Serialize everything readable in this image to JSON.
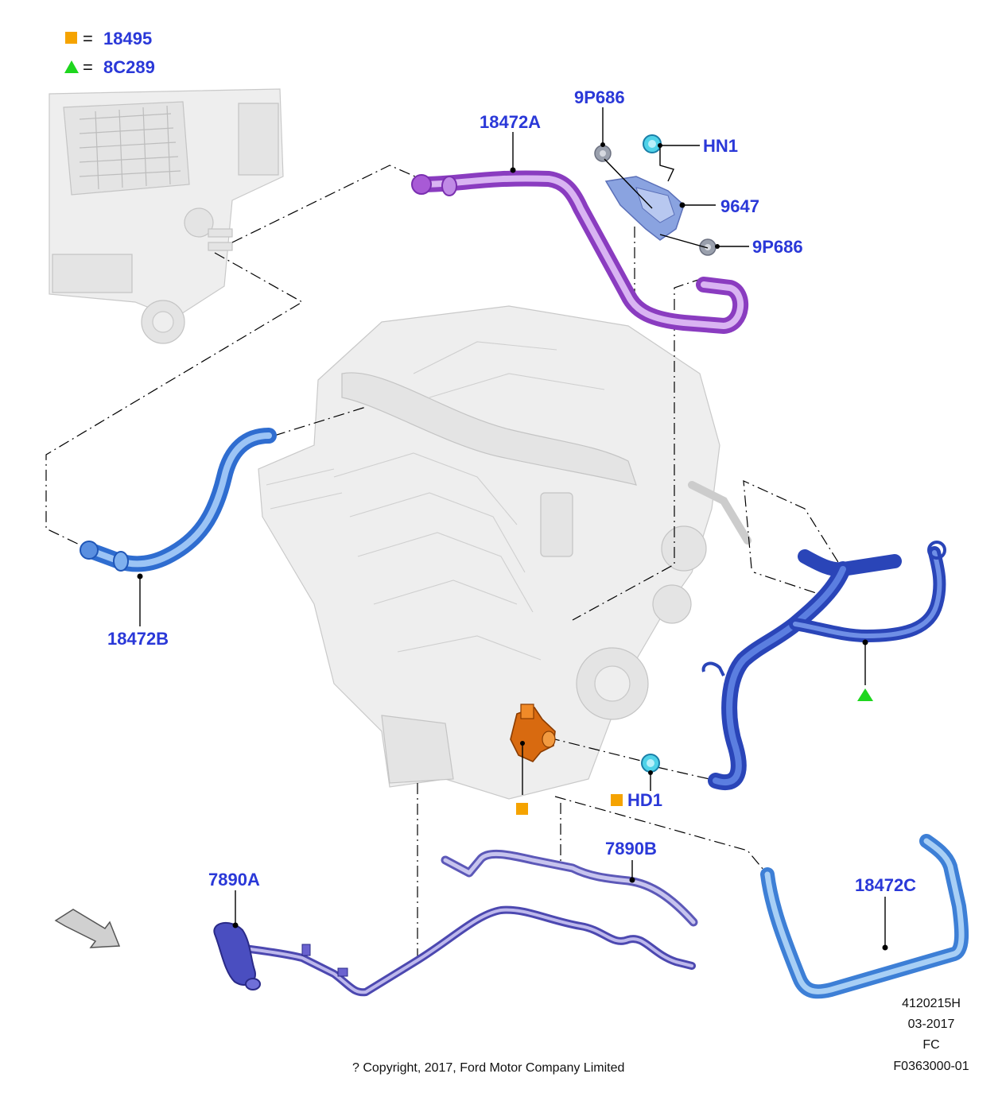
{
  "legend": [
    {
      "symbol": "orange-square",
      "eq": "=",
      "code": "18495"
    },
    {
      "symbol": "green-triangle",
      "eq": "=",
      "code": "8C289"
    }
  ],
  "callouts": {
    "9p686_top": "9P686",
    "18472a": "18472A",
    "hn1": "HN1",
    "9647": "9647",
    "9p686_bottom": "9P686",
    "18472b": "18472B",
    "hd1": "HD1",
    "7890b": "7890B",
    "7890a": "7890A",
    "18472c": "18472C"
  },
  "footer": {
    "copyright": "? Copyright, 2017, Ford Motor Company Limited",
    "ref1": "4120215H",
    "ref2": "03-2017",
    "ref3": "FC",
    "ref4": "F0363000-01"
  },
  "colors": {
    "callout_text": "#2a38d8",
    "purple_hose": "#a85ad6",
    "blue_hose": "#5a8fe0",
    "dark_blue_hose": "#3e5fd0",
    "light_blue_hose": "#6aa6e6",
    "violet_tube": "#6a62cf",
    "orange_part": "#e07a14",
    "legend_square": "#f5a300",
    "legend_triangle": "#1ed61e"
  }
}
